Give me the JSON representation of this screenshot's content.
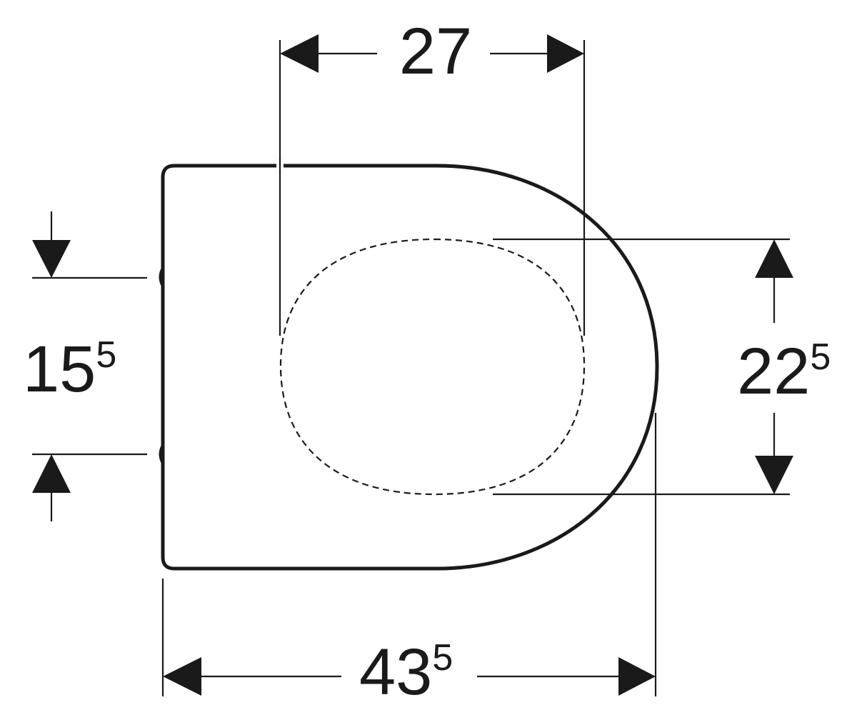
{
  "diagram": {
    "type": "technical-dimension-drawing",
    "colors": {
      "line": "#1a1a1a",
      "background": "#ffffff"
    },
    "dimensions": {
      "top_width": {
        "main": "27",
        "sup": ""
      },
      "total_length": {
        "main": "43",
        "sup": "5"
      },
      "hinge_spacing": {
        "main": "15",
        "sup": "5"
      },
      "inner_opening": {
        "main": "22",
        "sup": "5"
      }
    }
  }
}
